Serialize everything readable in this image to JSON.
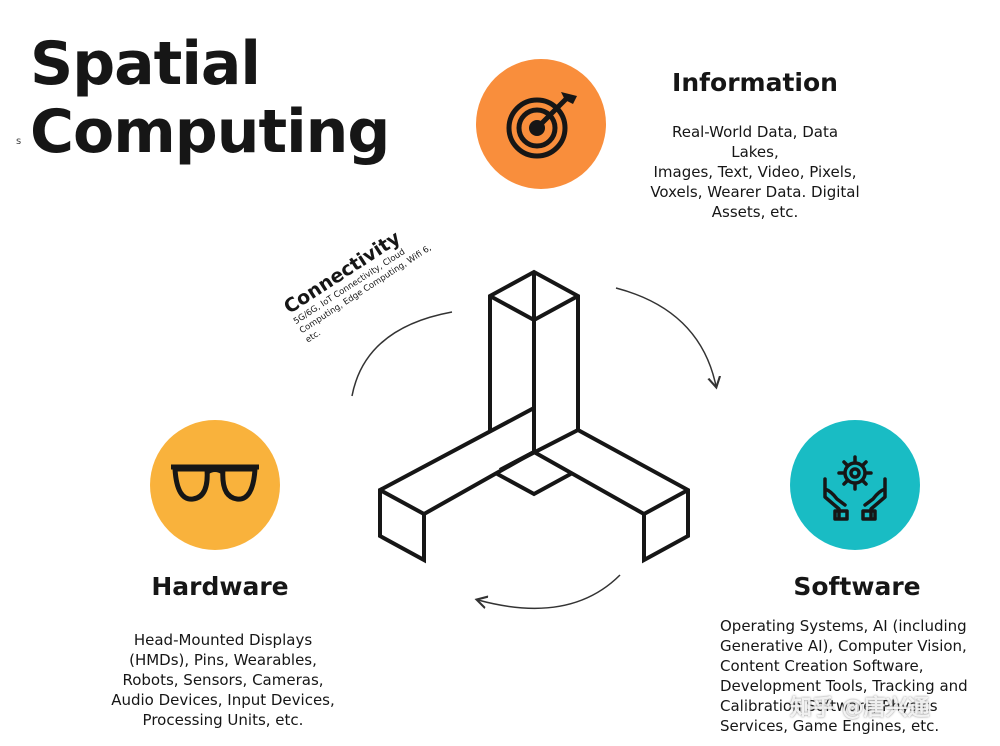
{
  "title_lines": [
    "Spatial",
    "Computing"
  ],
  "stray_letter": "s",
  "information": {
    "heading": "Information",
    "lines": [
      "Real-World Data,  Data Lakes,",
      "Images, Text, Video, Pixels,",
      "Voxels, Wearer Data.  Digital",
      "Assets,  etc."
    ],
    "color": "#f98e3c",
    "icon": "target-icon"
  },
  "hardware": {
    "heading": "Hardware",
    "lines": [
      "Head-Mounted Displays",
      "(HMDs), Pins, Wearables,",
      "Robots, Sensors, Cameras,",
      "Audio Devices, Input Devices,",
      "Processing Units, etc."
    ],
    "color": "#f9b23c",
    "icon": "glasses-icon"
  },
  "software": {
    "heading": "Software",
    "lines": [
      "Operating Systems, AI (including",
      "Generative AI), Computer Vision,",
      "Content Creation Software,",
      "Development Tools, Tracking and",
      "Calibration Software, Physics",
      "Services, Game Engines, etc."
    ],
    "color": "#19bcc4",
    "icon": "gear-hands-icon"
  },
  "connectivity": {
    "heading": "Connectivity",
    "lines": [
      "5G/6G, IoT Connectivity, Cloud",
      "Computing, Edge Computing, Wifi 6,",
      "etc."
    ]
  },
  "watermark": "知乎 @唐兴通"
}
